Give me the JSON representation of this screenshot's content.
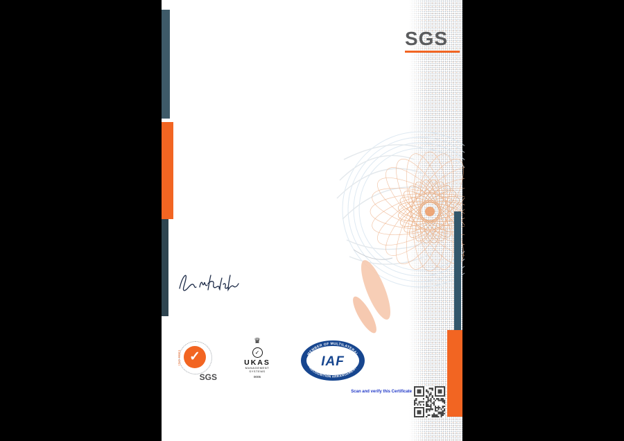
{
  "header": {
    "logo_text": "SGS"
  },
  "colors": {
    "accent_orange": "#F26522",
    "accent_slate": "#3E5A68",
    "iaf_blue": "#17468F",
    "signature_ink": "#1B2946"
  },
  "icons": {
    "check": "✓",
    "crown": "♛"
  },
  "badges": {
    "sgs_seal": {
      "brand": "SGS",
      "side_text": "ISO 9001",
      "check": "✓"
    },
    "ukas": {
      "name": "UKAS",
      "subtitle_line1": "MANAGEMENT",
      "subtitle_line2": "SYSTEMS",
      "number": "0005",
      "crown": "♛",
      "check": "✓"
    },
    "iaf": {
      "top_text": "MEMBER OF MULTILATERAL",
      "center_text": "IAF",
      "bottom_text": "RECOGNITION ARRANGEMENT"
    }
  },
  "footer": {
    "verify_text": "Scan and verify this Certificate"
  }
}
